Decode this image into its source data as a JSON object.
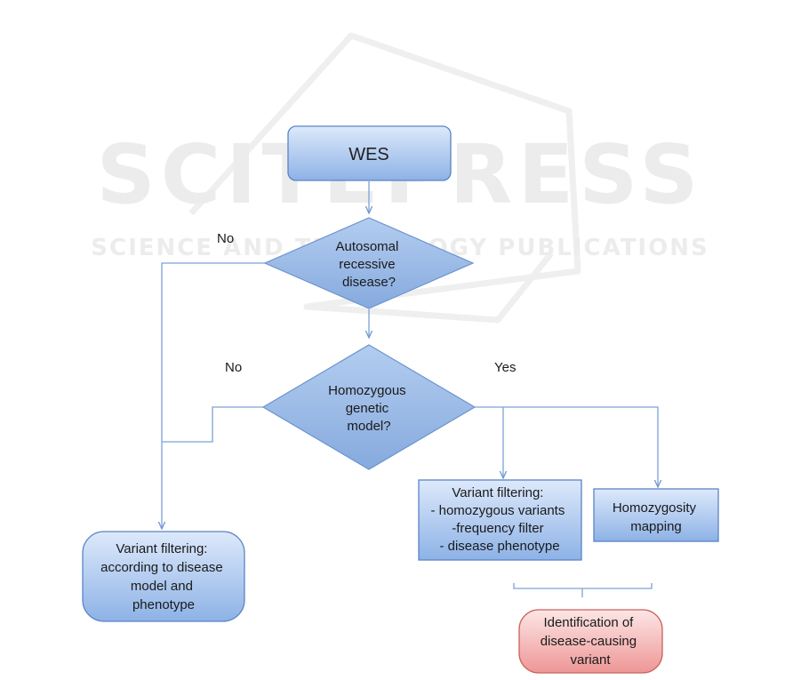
{
  "watermark": {
    "logo_text": "SCITEPRESS",
    "tagline": "SCIENCE AND TECHNOLOGY PUBLICATIONS"
  },
  "nodes": {
    "wes": "WES",
    "autosomal": [
      "Autosomal",
      "recessive",
      "disease?"
    ],
    "homozygous": [
      "Homozygous",
      "genetic",
      "model?"
    ],
    "filter_left": [
      "Variant filtering:",
      "according to disease",
      "model and",
      "phenotype"
    ],
    "filter_right": [
      "Variant filtering:",
      "- homozygous variants",
      "-frequency filter",
      "- disease phenotype"
    ],
    "mapping": [
      "Homozygosity",
      "mapping"
    ],
    "identification": [
      "Identification of",
      "disease-causing",
      "variant"
    ]
  },
  "edges": {
    "autosomal_no": "No",
    "homozygous_no": "No",
    "homozygous_yes": "Yes"
  },
  "colors": {
    "box_blue_top": "#dbe8fa",
    "box_blue_bottom": "#8fb4e6",
    "border_blue": "#5b84c4",
    "connector": "#7da2d6",
    "box_red_top": "#fde3e3",
    "box_red_bottom": "#ef9a9a",
    "border_red": "#c9625f"
  }
}
